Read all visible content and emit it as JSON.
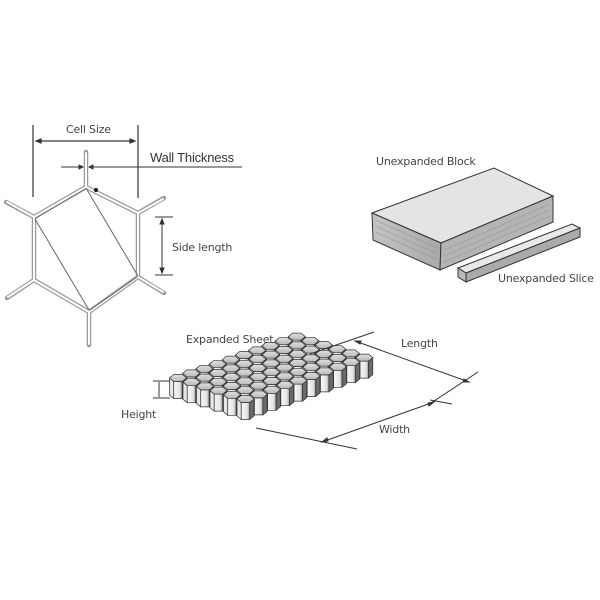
{
  "diagram": {
    "cell_geometry": {
      "labels": {
        "cell_size": "Cell Size",
        "wall_thickness": "Wall Thickness",
        "side_length": "Side length"
      }
    },
    "block": {
      "labels": {
        "unexpanded_block": "Unexpanded Block",
        "unexpanded_slice": "Unexpanded Slice"
      }
    },
    "sheet": {
      "labels": {
        "expanded_sheet": "Expanded Sheet",
        "length": "Length",
        "width": "Width",
        "height": "Height"
      }
    },
    "colors": {
      "line": "#333333",
      "wall": "#bbbbbb",
      "block_top": "#e2e2e2",
      "block_side": "#b8b8b8",
      "cell_top": "#d0d0d0",
      "cell_side": "#f2f2f2",
      "cell_dark": "#555555"
    }
  }
}
